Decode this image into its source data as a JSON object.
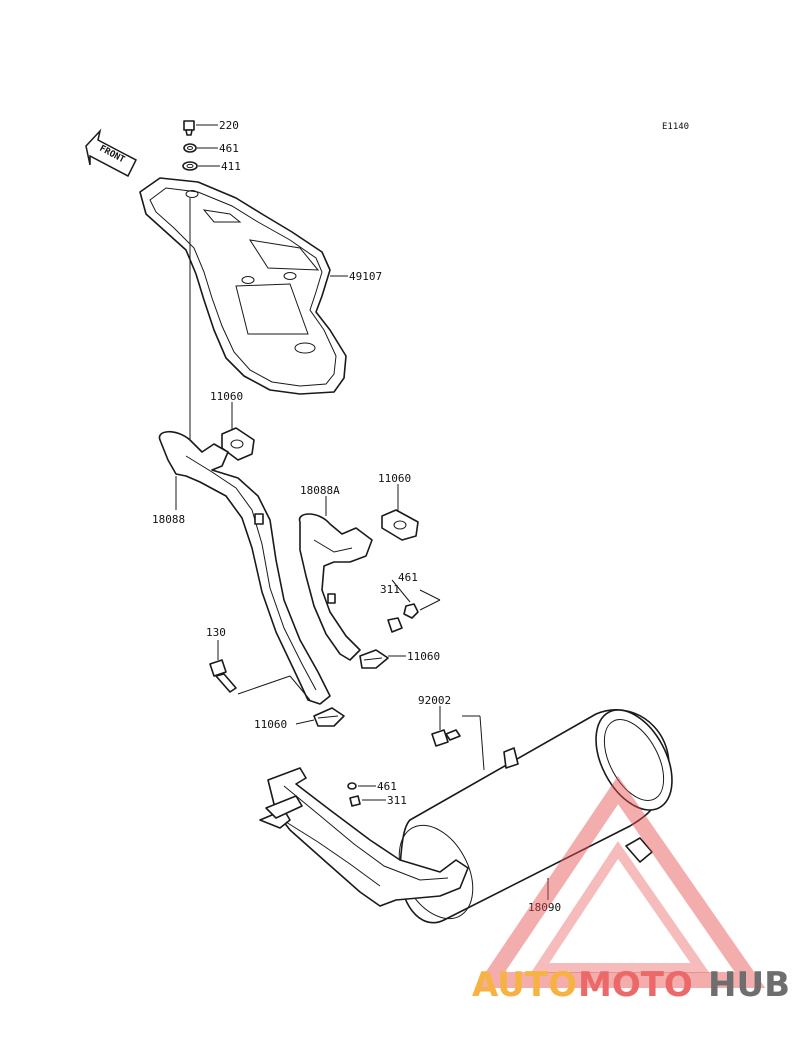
{
  "diagram": {
    "code": "E1140",
    "front_label": "FRONT"
  },
  "parts": [
    {
      "id": "220"
    },
    {
      "id": "461"
    },
    {
      "id": "411"
    },
    {
      "id": "49107"
    },
    {
      "id": "11060"
    },
    {
      "id": "18088"
    },
    {
      "id": "18088A"
    },
    {
      "id": "11060"
    },
    {
      "id": "461"
    },
    {
      "id": "311"
    },
    {
      "id": "11060"
    },
    {
      "id": "130"
    },
    {
      "id": "11060"
    },
    {
      "id": "92002"
    },
    {
      "id": "461"
    },
    {
      "id": "311"
    },
    {
      "id": "18090"
    }
  ],
  "watermark": {
    "part1": "AUTO",
    "part2": "MOTO",
    "part3": "HUB",
    "colors": {
      "auto": "#f5a623",
      "moto": "#e8504f",
      "hub": "#555555",
      "triangle": "#e8504f"
    }
  }
}
